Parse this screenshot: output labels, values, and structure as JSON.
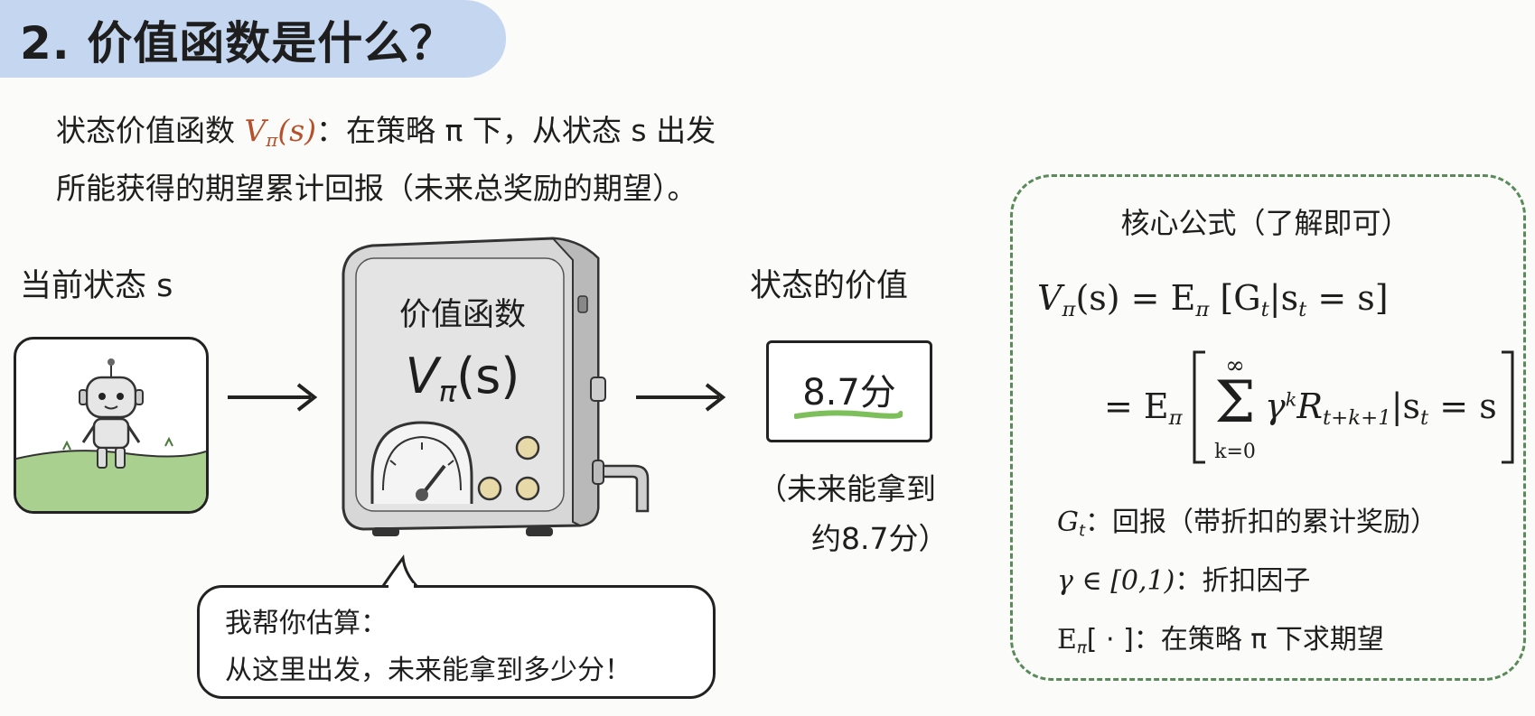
{
  "title": "2. 价值函数是什么？",
  "intro": {
    "line1_prefix": "状态价值函数",
    "v_symbol": "V",
    "v_sub": "π",
    "v_arg": "(s)",
    "line1_suffix": "：在策略 π 下，从状态 s 出发",
    "line2": "所能获得的期望累计回报（未来总奖励的期望）。"
  },
  "current_state_label": "当前状态 s",
  "machine": {
    "title": "价值函数",
    "v": "V",
    "v_sub": "π",
    "v_arg": "(s)"
  },
  "state_value_label": "状态的价值",
  "score": "8.7分",
  "score_note_line1": "（未来能拿到",
  "score_note_line2": "约8.7分）",
  "bubble": {
    "line1": "我帮你估算：",
    "line2": "从这里出发，未来能拿到多少分！"
  },
  "panel": {
    "title": "核心公式（了解即可）",
    "f1_lhs": "V",
    "f1_lhs_sub": "π",
    "f1_lhs_arg": "(s) = E",
    "f1_e_sub": "π",
    "f1_rhs": "[G",
    "f1_rhs_sub": "t",
    "f1_rhs_cond": "|s",
    "f1_rhs_cond_sub": "t",
    "f1_rhs_end": "= s]",
    "f2_eq": "= E",
    "f2_e_sub": "π",
    "f2_sum_top": "∞",
    "f2_sum_bottom": "k=0",
    "f2_sigma": "Σ",
    "f2_gamma": "γ",
    "f2_gamma_sup": "k",
    "f2_r": "R",
    "f2_r_sub": "t+k+1",
    "f2_cond": "|s",
    "f2_cond_sub": "t",
    "f2_cond_end": "= s",
    "legend": [
      {
        "sym": "G",
        "sym_sub": "t",
        "text": "：回报（带折扣的累计奖励）"
      },
      {
        "sym": "γ ∈ [0,1)",
        "sym_sub": "",
        "text": "：折扣因子"
      },
      {
        "sym": "E",
        "sym_sub": "π",
        "text": "[ · ]：在策略 π 下求期望"
      }
    ]
  }
}
